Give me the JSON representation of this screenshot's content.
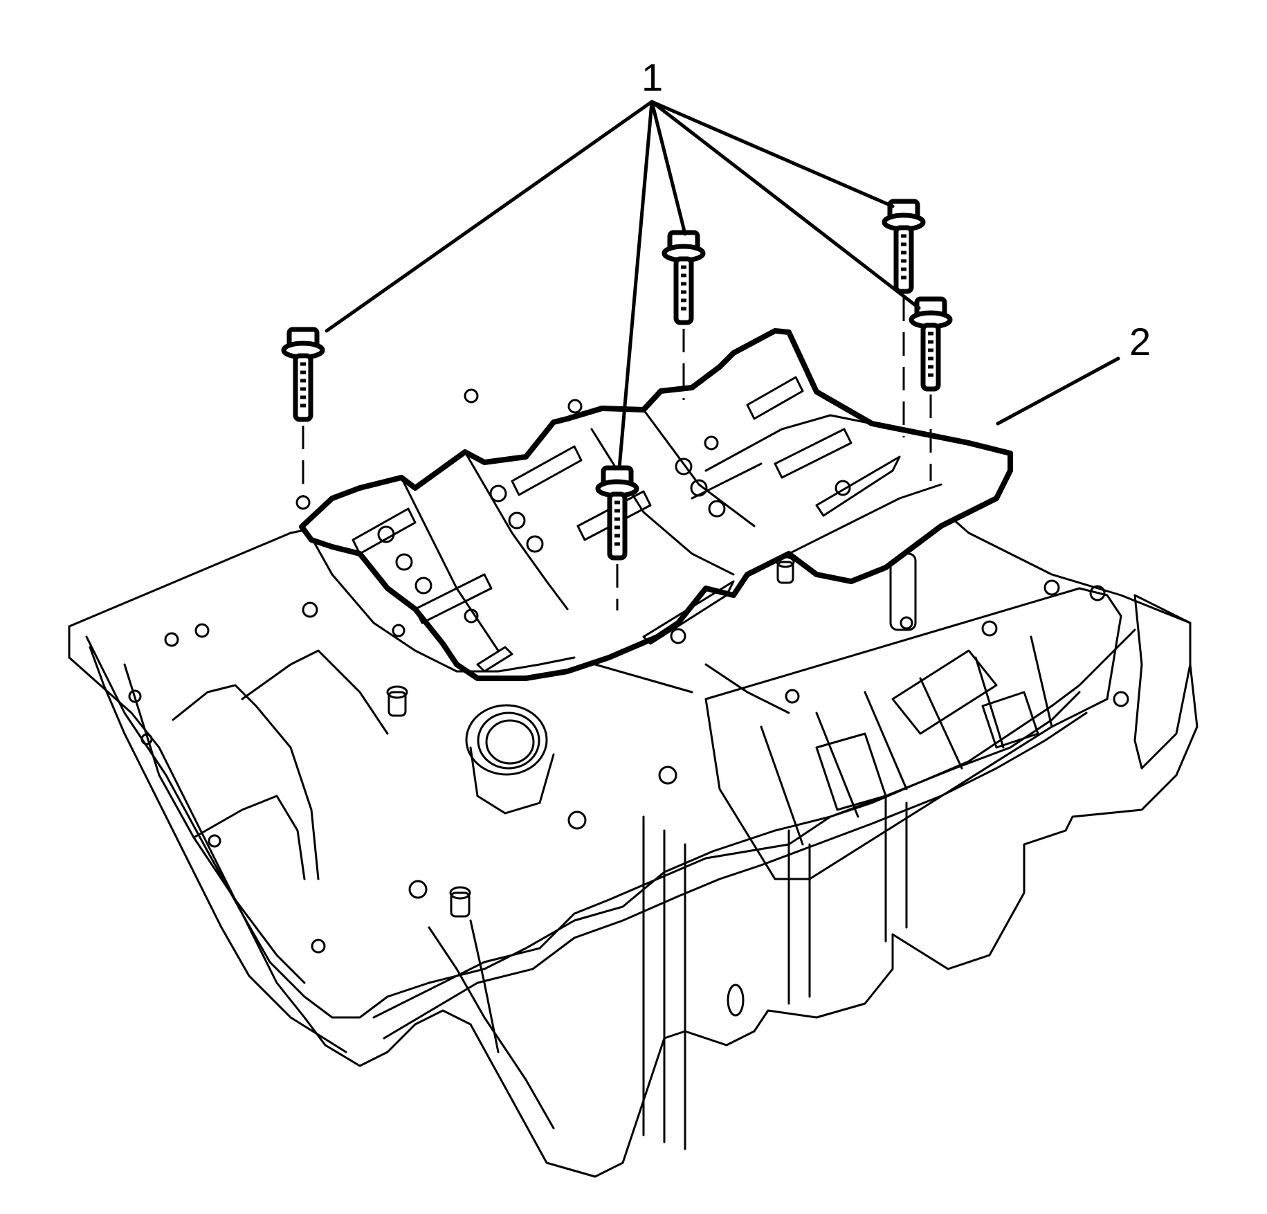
{
  "figure": {
    "type": "exploded-view line illustration",
    "subject": "oil pan with shield and bolts",
    "background_color": "#ffffff",
    "line_color": "#000000"
  },
  "callouts": [
    {
      "id": "1",
      "label": "1",
      "refers_to": "bolts",
      "count": 5
    },
    {
      "id": "2",
      "label": "2",
      "refers_to": "shield",
      "count": 1
    }
  ]
}
